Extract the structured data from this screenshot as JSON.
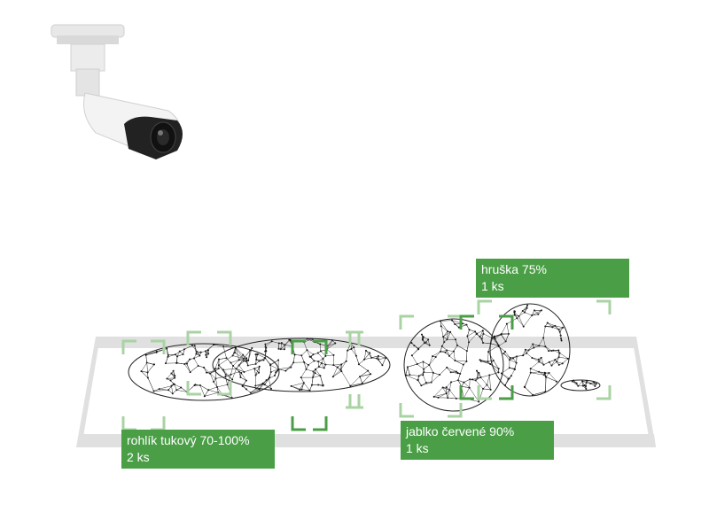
{
  "detections": [
    {
      "name": "rohlík tukový 70-100%",
      "count": "2 ks"
    },
    {
      "name": "jablko červené 90%",
      "count": "1 ks"
    },
    {
      "name": "hruška 75%",
      "count": "1 ks"
    }
  ],
  "colors": {
    "label_bg": "#4a9e46",
    "bracket_dark": "#4a9e46",
    "bracket_light": "#a9d3a3",
    "tray": "#e0e0e0"
  }
}
